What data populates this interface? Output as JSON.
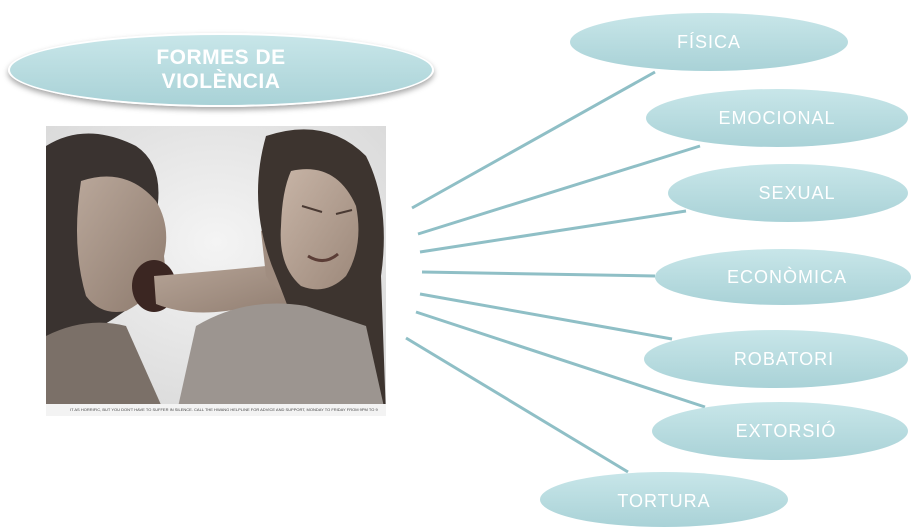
{
  "title": {
    "line1": "FORMES DE",
    "line2": "VIOLÈNCIA"
  },
  "forms": [
    {
      "label": "FÍSICA"
    },
    {
      "label": "EMOCIONAL"
    },
    {
      "label": "SEXUAL"
    },
    {
      "label": "ECONÒMICA"
    },
    {
      "label": "ROBATORI"
    },
    {
      "label": "EXTORSIÓ"
    },
    {
      "label": "TORTURA"
    }
  ],
  "photo": {
    "caption": "IT AS HORRIFIC, BUT YOU DON'T HAVE TO SUFFER IN SILENCE. CALL THE HWANG HELPLINE FOR ADVICE AND SUPPORT, MONDAY TO FRIDAY FROM 9PM TO 9"
  },
  "colors": {
    "ellipse": "#b7dbdf",
    "connector": "#8fbfc6",
    "text": "#ffffff"
  }
}
